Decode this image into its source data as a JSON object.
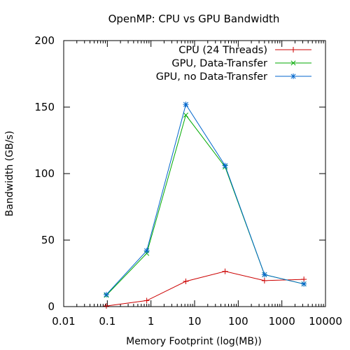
{
  "chart_data": {
    "type": "line",
    "title": "OpenMP: CPU vs GPU Bandwidth",
    "xlabel": "Memory Footprint (log(MB))",
    "ylabel": "Bandwidth (GB/s)",
    "xscale": "log",
    "xlim": [
      0.01,
      10000
    ],
    "ylim": [
      0,
      200
    ],
    "x_ticks": [
      {
        "value": 0.01,
        "label": "0.01"
      },
      {
        "value": 0.1,
        "label": "0.1"
      },
      {
        "value": 1,
        "label": "1"
      },
      {
        "value": 10,
        "label": "10"
      },
      {
        "value": 100,
        "label": "100"
      },
      {
        "value": 1000,
        "label": "1000"
      },
      {
        "value": 10000,
        "label": "10000"
      }
    ],
    "y_ticks": [
      {
        "value": 0,
        "label": "0"
      },
      {
        "value": 50,
        "label": "50"
      },
      {
        "value": 100,
        "label": "100"
      },
      {
        "value": 150,
        "label": "150"
      },
      {
        "value": 200,
        "label": "200"
      }
    ],
    "grid": false,
    "legend_position": "top-right",
    "x": [
      0.095,
      0.8,
      6.3,
      50,
      400,
      3200
    ],
    "series": [
      {
        "name": "CPU (24 Threads)",
        "color": "#cc0000",
        "marker": "plus",
        "values": [
          0.5,
          4.5,
          19,
          26.5,
          19.5,
          20.5
        ]
      },
      {
        "name": "GPU, Data-Transfer",
        "color": "#00aa00",
        "marker": "cross",
        "values": [
          8.5,
          40,
          144,
          105,
          24,
          17
        ]
      },
      {
        "name": "GPU, no Data-Transfer",
        "color": "#0066cc",
        "marker": "star",
        "values": [
          9,
          42,
          152,
          106,
          24,
          17
        ]
      }
    ]
  }
}
